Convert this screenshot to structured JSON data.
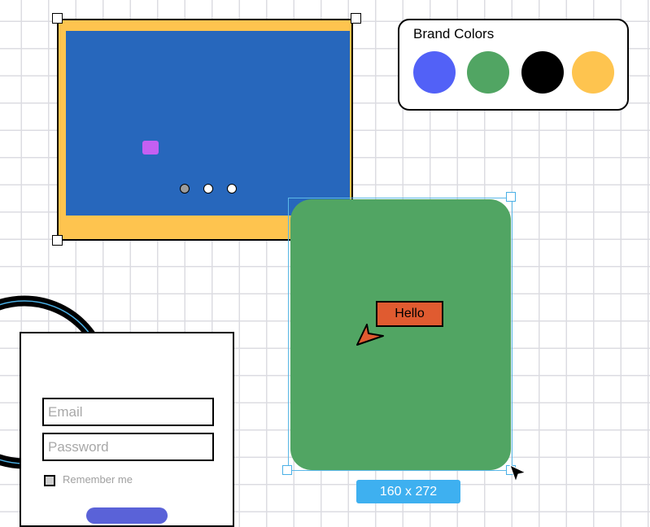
{
  "brand_colors": {
    "title": "Brand Colors",
    "swatches": [
      {
        "name": "blue",
        "color": "#5261f7"
      },
      {
        "name": "green",
        "color": "#51a563"
      },
      {
        "name": "black",
        "color": "#000000"
      },
      {
        "name": "yellow",
        "color": "#fec44f"
      }
    ]
  },
  "slideshow": {
    "frame_color": "#fec44f",
    "slide_color": "#2767bc",
    "chip_color": "#c460f2",
    "indicator_count": 3,
    "active_indicator": 1
  },
  "card": {
    "color": "#51a563",
    "badge_text": "Hello",
    "badge_color": "#e05b30",
    "size_label": "160 x 272",
    "selection_color": "#4ab0e6"
  },
  "login": {
    "email_placeholder": "Email",
    "password_placeholder": "Password",
    "remember_label": "Remember me"
  },
  "icons": {
    "badge_pointer": "triangle-pointer-icon",
    "cursor": "mouse-pointer-icon"
  }
}
